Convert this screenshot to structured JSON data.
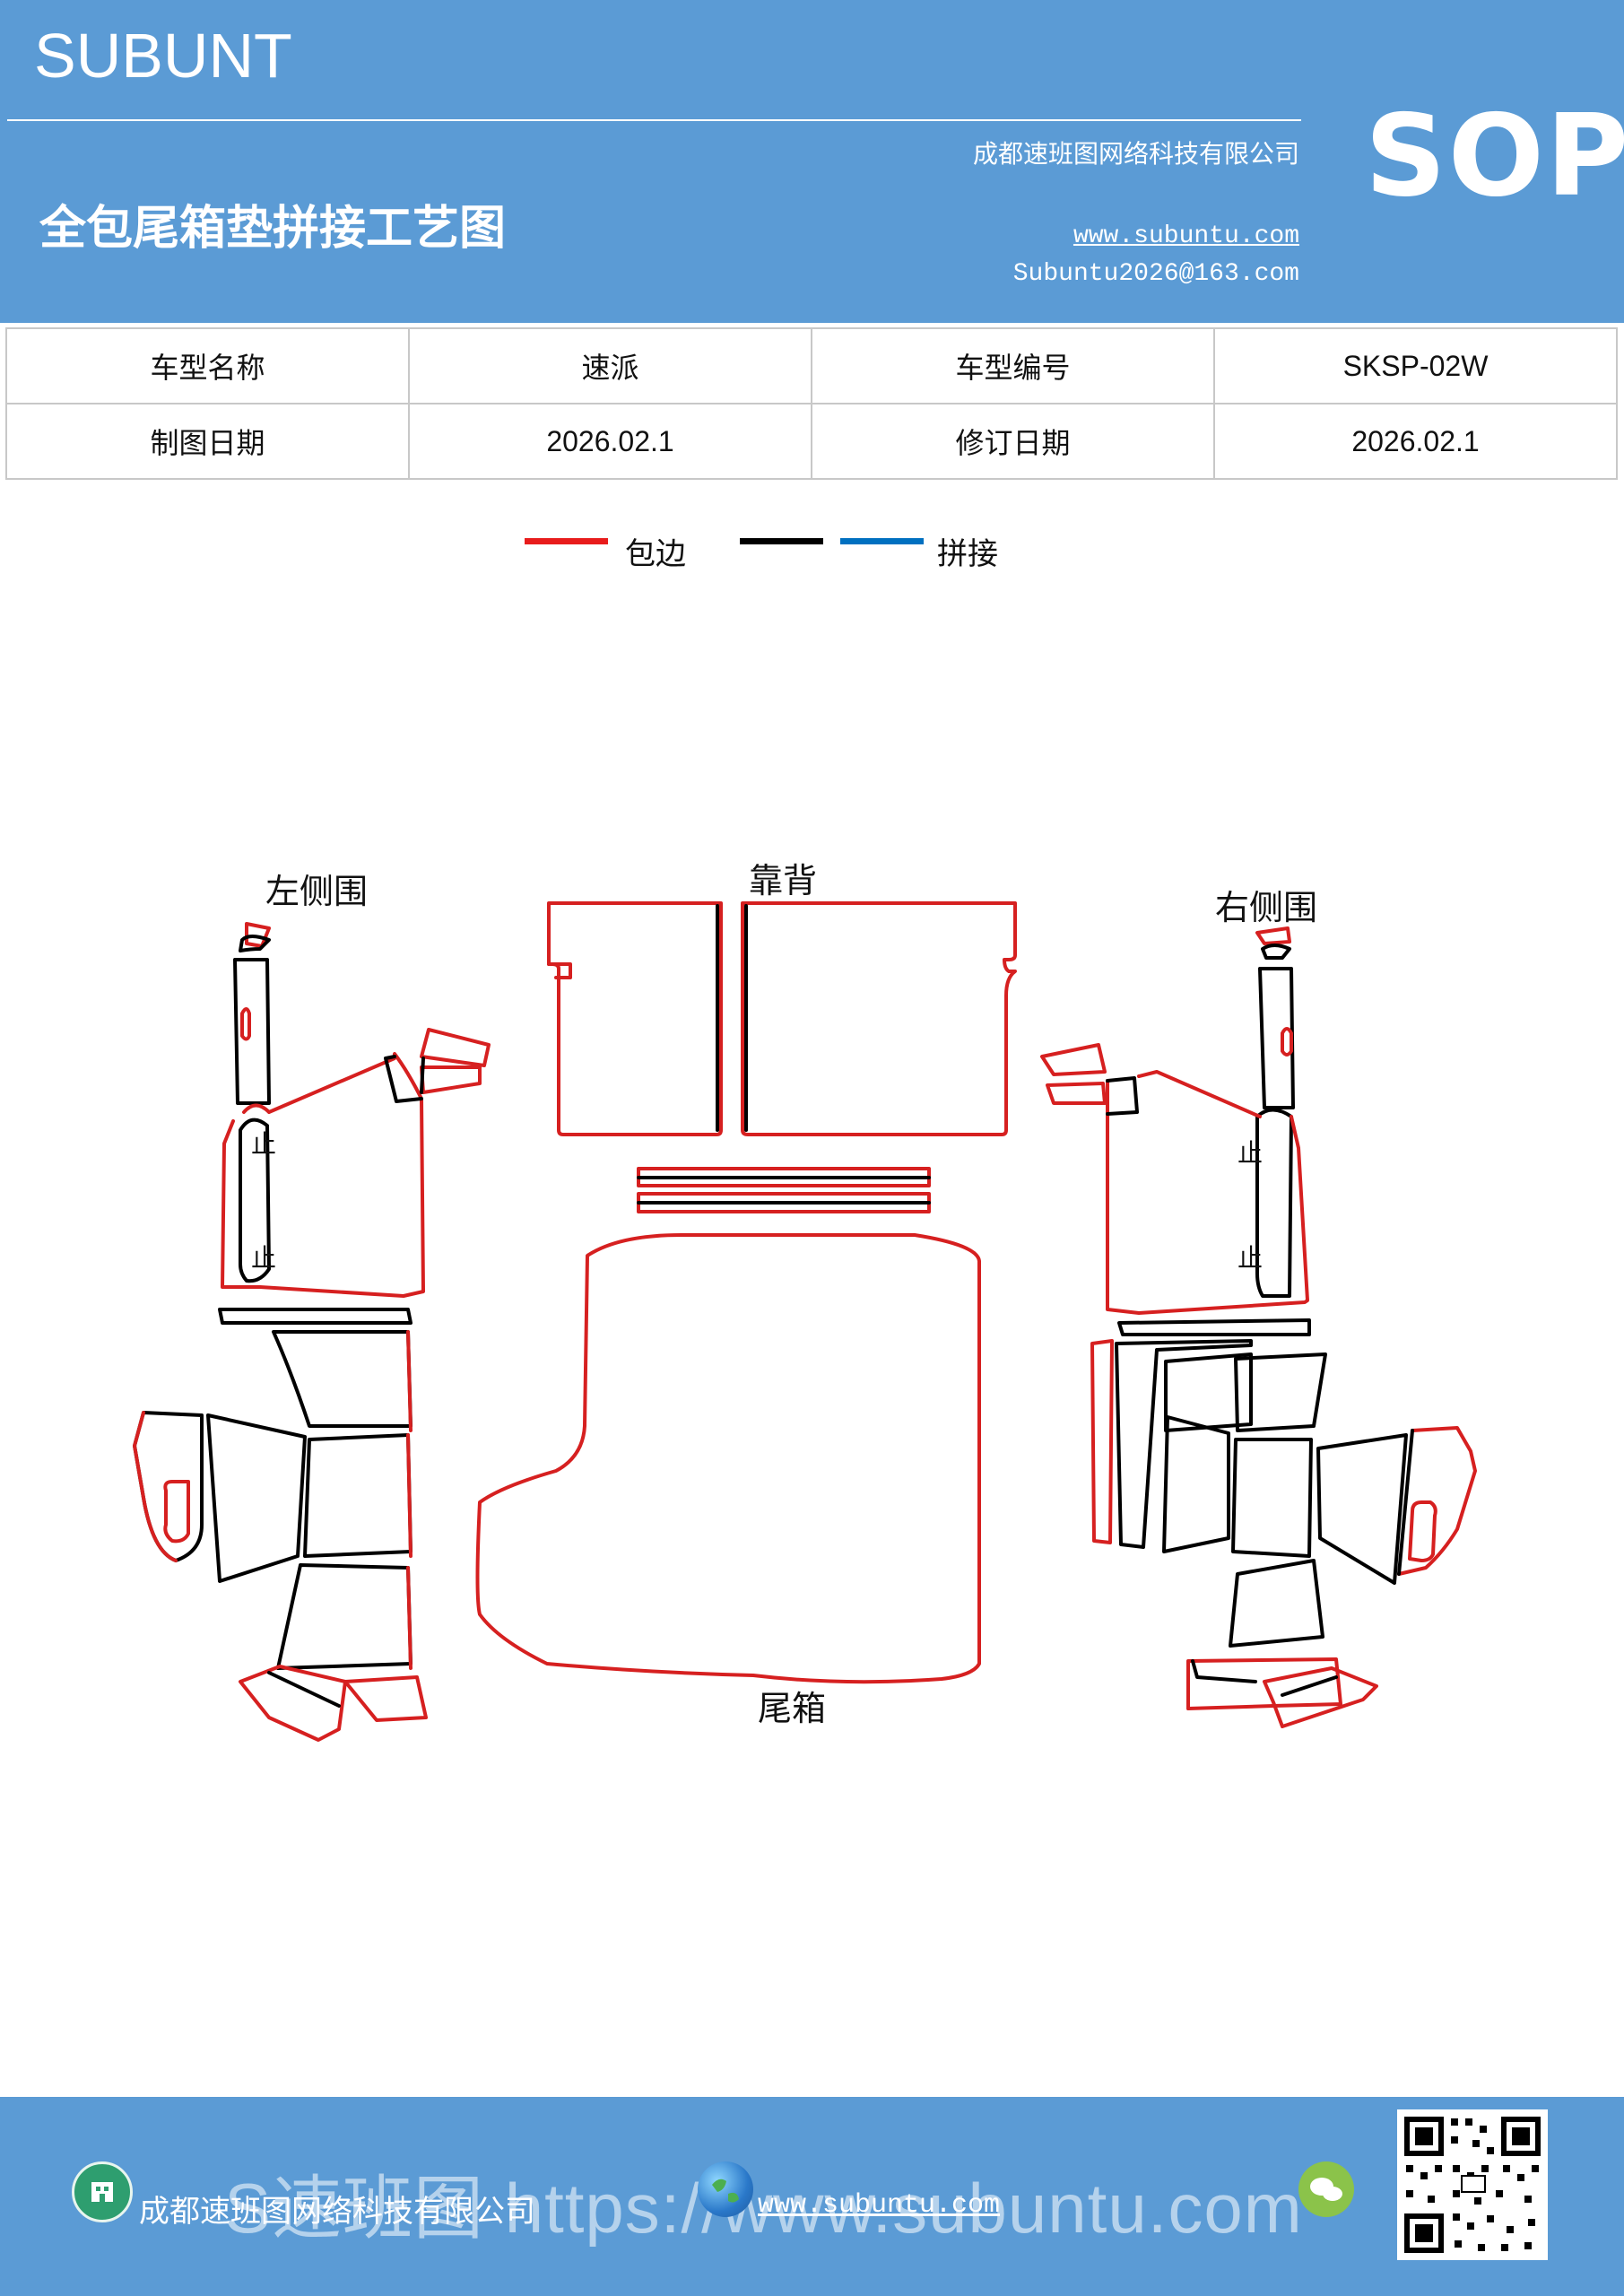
{
  "header": {
    "brand": "SUBUNT",
    "title": "全包尾箱垫拼接工艺图",
    "company": "成都速班图网络科技有限公司",
    "website": "www.subuntu.com",
    "email": "Subuntu2026@163.com",
    "badge": "SOP",
    "background_color": "#5b9bd5"
  },
  "info_table": {
    "model_name_label": "车型名称",
    "model_name_value": "速派",
    "model_code_label": "车型编号",
    "model_code_value": "SKSP-02W",
    "drawing_date_label": "制图日期",
    "drawing_date_value": "2026.02.1",
    "revision_date_label": "修订日期",
    "revision_date_value": "2026.02.1"
  },
  "legend": {
    "edge_label": "包边",
    "splice_label": "拼接",
    "colors": {
      "edge": "#e81c1c",
      "black": "#000000",
      "splice": "#0070c0"
    }
  },
  "diagram": {
    "left_side": "左侧围",
    "backrest": "靠背",
    "right_side": "右侧围",
    "trunk": "尾箱",
    "stop_mark": "止"
  },
  "footer": {
    "company": "成都速班图网络科技有限公司",
    "website": "www.subuntu.com",
    "watermark": "S速班图 https://www.subuntu.com",
    "icons": [
      "building-icon",
      "globe-icon",
      "wechat-icon",
      "qr-code"
    ]
  }
}
